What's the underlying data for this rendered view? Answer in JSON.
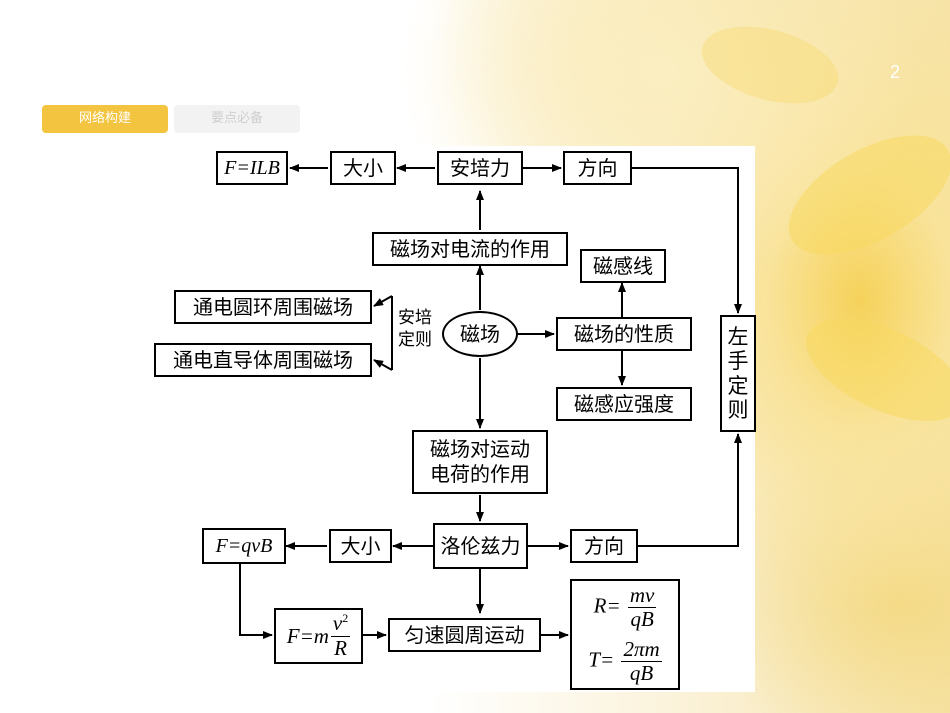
{
  "page": {
    "number": "2"
  },
  "tabs": [
    {
      "label": "网络构建",
      "active": true
    },
    {
      "label": "要点必备",
      "active": false
    }
  ],
  "diagram": {
    "nodes": {
      "f_ilb": "F=ILB",
      "daxiao1": "大小",
      "anpeili": "安培力",
      "fangxiang1": "方向",
      "cichang_dianliu": "磁场对电流的作用",
      "ciganxian": "磁感线",
      "tongdian_yuanhuan": "通电圆环周围磁场",
      "tongdian_zhidaoti": "通电直导体周围磁场",
      "cichang": "磁场",
      "cichang_xingzhi": "磁场的性质",
      "cigan_qiangdu": "磁感应强度",
      "zuoshou": [
        "左",
        "手",
        "定",
        "则"
      ],
      "cichang_yundong": "磁场对运动\n电荷的作用",
      "f_qvb": "F=qvB",
      "daxiao2": "大小",
      "luolunzi": "洛伦兹力",
      "fangxiang2": "方向",
      "yunsu": "匀速圆周运动"
    },
    "labels": {
      "anpei_dingze": "安培\n定则"
    },
    "formulas": {
      "centripetal": {
        "lhs": "F=m",
        "num": "v",
        "exp": "2",
        "den": "R"
      },
      "radius": {
        "lhs": "R=",
        "num": "mv",
        "den": "qB"
      },
      "period": {
        "lhs": "T=",
        "num": "2πm",
        "den": "qB"
      }
    }
  }
}
